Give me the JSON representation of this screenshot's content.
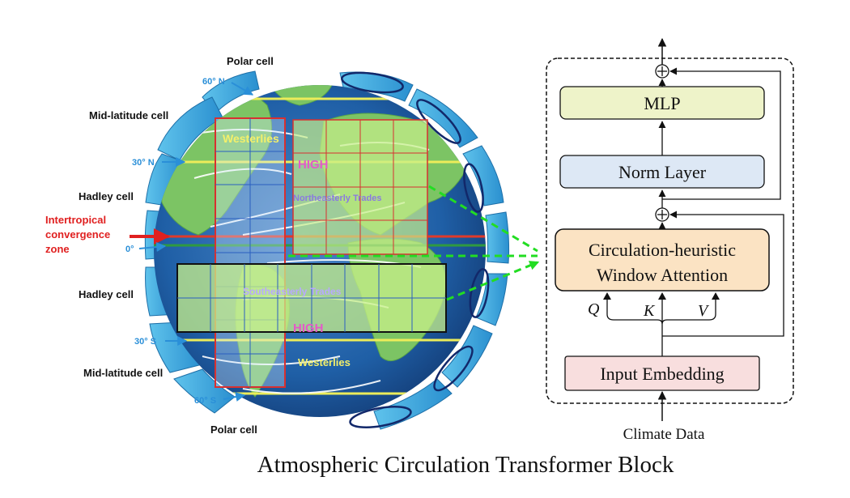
{
  "globe": {
    "cells": {
      "polar_top": "Polar cell",
      "mid_top": "Mid-latitude cell",
      "hadley_top": "Hadley cell",
      "hadley_bottom": "Hadley cell",
      "mid_bottom": "Mid-latitude cell",
      "polar_bottom": "Polar cell"
    },
    "itcz": [
      "Intertropical",
      "convergence",
      "zone"
    ],
    "latitudes": {
      "n60": "60° N",
      "n30": "30° N",
      "eq": "0°",
      "s30": "30° S",
      "s60": "60° S"
    },
    "winds": {
      "westerlies_top": "Westerlies",
      "high_top": "HIGH",
      "ne_trades": "Northeasterly Trades",
      "se_trades": "Southeasterly Trades",
      "high_bottom": "HIGH",
      "westerlies_bottom": "Westerlies"
    }
  },
  "block": {
    "mlp": "MLP",
    "norm": "Norm Layer",
    "attention_line1": "Circulation-heuristic",
    "attention_line2": "Window Attention",
    "embedding": "Input Embedding",
    "input": "Climate Data",
    "q": "Q",
    "k": "K",
    "v": "V",
    "plus": "+"
  },
  "caption": "Atmospheric Circulation Transformer Block",
  "colors": {
    "mlp_fill": "#eef3c9",
    "norm_fill": "#dde8f5",
    "attention_fill": "#fbe3c3",
    "embedding_fill": "#f8dede",
    "itcz_red": "#e02020",
    "latitude_blue": "#2a8fd8",
    "window_red": "#d83030",
    "window_green": "#c8f08a",
    "dashed_green": "#22dd22"
  }
}
